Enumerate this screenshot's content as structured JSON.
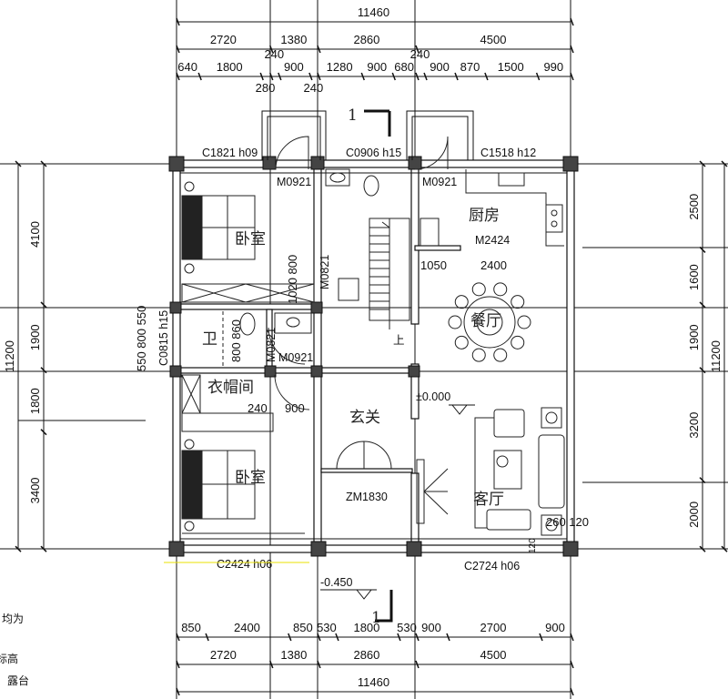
{
  "dimensions": {
    "top_total": "11460",
    "top_axes": [
      "2720",
      "1380",
      "2860",
      "4500"
    ],
    "top_detail": [
      "640",
      "1800",
      "280",
      "240",
      "900",
      "240",
      "1280",
      "900",
      "680",
      "240",
      "900",
      "870",
      "1500",
      "990"
    ],
    "bottom_detail": [
      "850",
      "2400",
      "850",
      "530",
      "1800",
      "530",
      "900",
      "2700",
      "900"
    ],
    "bottom_axes": [
      "2720",
      "1380",
      "2860",
      "4500"
    ],
    "bottom_total": "11460",
    "left_total": "11200",
    "left_axes": [
      "4100",
      "1900",
      "1800",
      "3400"
    ],
    "right_axes": [
      "2500",
      "1600",
      "1900",
      "3200",
      "2000"
    ],
    "right_total": "11200"
  },
  "rooms": {
    "bedroom_top": "卧室",
    "bedroom_bottom": "卧室",
    "kitchen": "厨房",
    "dining": "餐厅",
    "bathroom": "卫",
    "cloakroom": "衣帽间",
    "foyer": "玄关",
    "living": "客厅"
  },
  "labels": {
    "window_c1821": "C1821 h09",
    "window_c0906": "C0906 h15",
    "window_c1518": "C1518 h12",
    "door_m0921_a": "M0921",
    "door_m0921_b": "M0921",
    "door_m0921_c": "M0921",
    "door_m0821_a": "M0821",
    "door_m0821_b": "M0821",
    "door_m2424": "M2424",
    "kitchen_1050": "1050",
    "kitchen_2400": "2400",
    "stair_1020_800": "1020 800",
    "window_c0815": "C0815 h15",
    "window_c0815_dims": "550 800 550",
    "bath_dims": "800 860",
    "cloak_240": "240",
    "cloak_900": "900",
    "level_0": "±0.000",
    "main_door": "ZM1830",
    "corner_dims": "260 120",
    "corner_120": "120",
    "window_c2724": "C2724 h06",
    "window_c2424": "C2424 h06",
    "level_entry": "-0.450",
    "section_top": "1",
    "section_bottom": "1",
    "stair_up": "上"
  },
  "notes": [
    "均为",
    "标高",
    "、露台"
  ]
}
